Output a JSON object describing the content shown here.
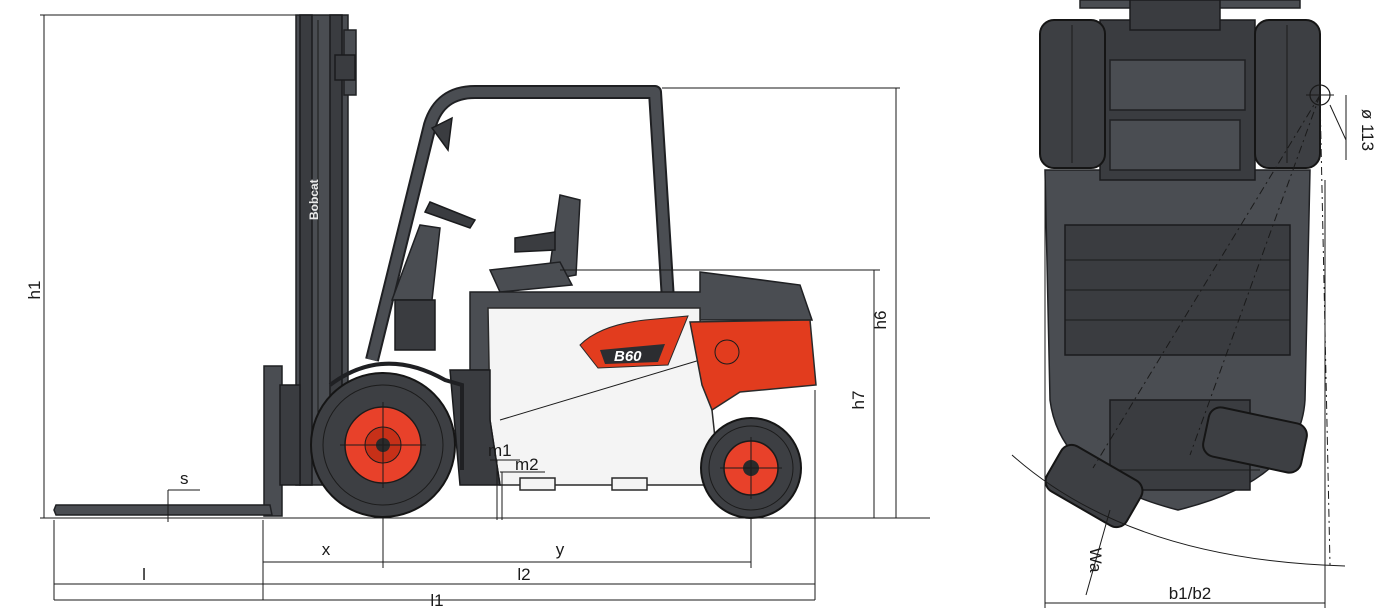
{
  "labels": {
    "h1": "h1",
    "h6": "h6",
    "h7": "h7",
    "s": "s",
    "m1": "m1",
    "m2": "m2",
    "x": "x",
    "y": "y",
    "l": "l",
    "l2": "l2",
    "l1": "l1",
    "wa": "Wa",
    "b1b2": "b1/b2",
    "diameter": "ø 113"
  },
  "brand": {
    "logo_text": "Bobcat",
    "model_badge": "B60"
  },
  "colors": {
    "body": "#4a4d52",
    "accent": "#e23c1e",
    "panel": "#f4f4f4",
    "line": "#1a1a1a"
  }
}
